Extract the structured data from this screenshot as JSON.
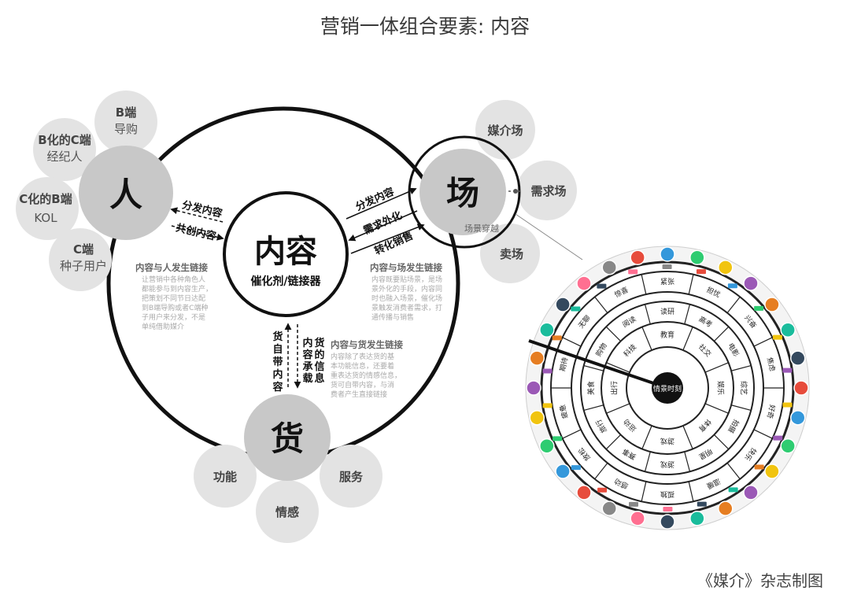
{
  "title": "营销一体组合要素: 内容",
  "credit": "《媒介》杂志制图",
  "center": {
    "main": "内容",
    "sub": "催化剂/链接器"
  },
  "nodes": {
    "ren": "人",
    "chang": "场",
    "huo": "货"
  },
  "ren_petals": [
    {
      "line1": "B端",
      "line2": "导购"
    },
    {
      "line1": "B化的C端",
      "line2": "经纪人"
    },
    {
      "line1": "C化的B端",
      "line2": "KOL"
    },
    {
      "line1": "C端",
      "line2": "种子用户"
    }
  ],
  "chang_petals": [
    "媒介场",
    "需求场",
    "卖场"
  ],
  "huo_petals": [
    "功能",
    "情感",
    "服务"
  ],
  "edge_labels": {
    "ren_1": "分发内容",
    "ren_2": "共创内容",
    "chang_1": "分发内容",
    "chang_2": "需求外化",
    "chang_3": "转化销售",
    "chang_inner": "场景穿越",
    "huo_left": "货自带内容",
    "huo_right": "内货容的承信载息"
  },
  "notes": {
    "ren_title": "内容与人发生链接",
    "ren_body": [
      "让营销中各种角色人",
      "都能参与到内容生产，",
      "把策划不同节日达配",
      "到B端导购或者C端种",
      "子用户来分发，不是",
      "单纯借助媒介"
    ],
    "chang_title": "内容与场发生链接",
    "chang_body": [
      "内容既要贴场景，是场",
      "景外化的手段，内容同",
      "时也融入场景，催化场",
      "景触发消费者需求，打",
      "通传播与销售"
    ],
    "huo_title": "内容与货发生链接",
    "huo_body": [
      "内容除了表达货的基",
      "本功能信息，还要着",
      "重表达货的情感信息，",
      "货可自带内容，与消",
      "费者产生直接链接"
    ]
  },
  "dial": {
    "hub": "情景时刻",
    "inner": [
      "教育",
      "社交",
      "娱乐",
      "体育",
      "游戏",
      "运动",
      "出行",
      "科技"
    ],
    "middle": [
      "读研",
      "高考",
      "电影",
      "综艺",
      "拍摄",
      "明星",
      "游戏",
      "赛事",
      "旅行",
      "美食",
      "购物",
      "阅读"
    ],
    "outer": [
      "紧张",
      "担忧",
      "兴奋",
      "焦虑",
      "好奇",
      "快乐",
      "温暖",
      "孤独",
      "感动",
      "放松",
      "疲惫",
      "期待",
      "无聊",
      "惊喜"
    ]
  }
}
